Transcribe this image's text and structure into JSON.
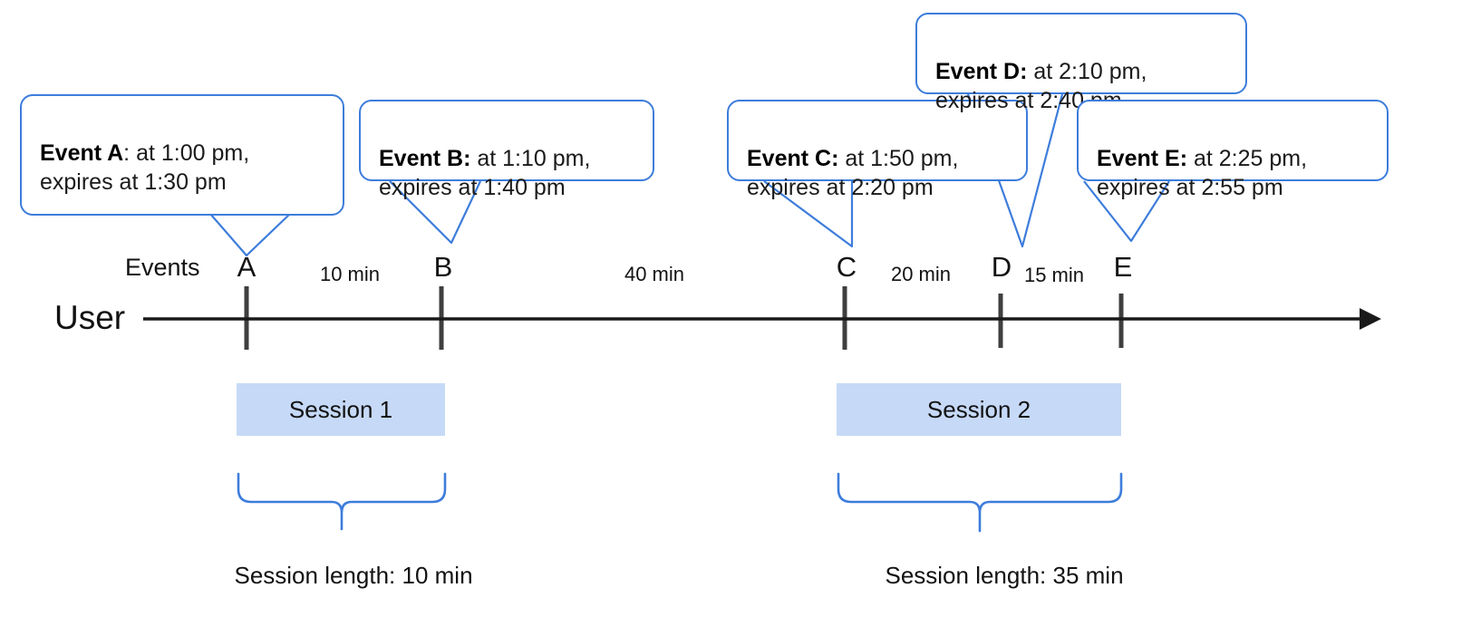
{
  "diagram": {
    "title_text": "",
    "accent_color": "#3d7ddb",
    "session_fill": "#c6d9f7",
    "axis_color": "#3f3f3f",
    "row_label": "User",
    "events_row_label": "Events"
  },
  "callouts": [
    {
      "id": "A",
      "bold": "Event A",
      "sep": ": ",
      "line1": "at 1:00 pm,",
      "line2": "expires at 1:30 pm"
    },
    {
      "id": "B",
      "bold": "Event B:",
      "sep": " ",
      "line1": "at 1:10 pm,",
      "line2": "expires at 1:40 pm"
    },
    {
      "id": "C",
      "bold": "Event C:",
      "sep": " ",
      "line1": "at 1:50 pm,",
      "line2": "expires at 2:20 pm"
    },
    {
      "id": "D",
      "bold": "Event D:",
      "sep": " ",
      "line1": "at 2:10 pm,",
      "line2": "expires at 2:40 pm"
    },
    {
      "id": "E",
      "bold": "Event E:",
      "sep": " ",
      "line1": "at 2:25 pm,",
      "line2": "expires at 2:55 pm"
    }
  ],
  "events": [
    {
      "letter": "A",
      "time": "1:00 pm",
      "expires": "1:30 pm"
    },
    {
      "letter": "B",
      "time": "1:10 pm",
      "expires": "1:40 pm"
    },
    {
      "letter": "C",
      "time": "1:50 pm",
      "expires": "2:20 pm"
    },
    {
      "letter": "D",
      "time": "2:10 pm",
      "expires": "2:40 pm"
    },
    {
      "letter": "E",
      "time": "2:25 pm",
      "expires": "2:55 pm"
    }
  ],
  "gaps": [
    {
      "label": "10 min",
      "from": "A",
      "to": "B"
    },
    {
      "label": "40 min",
      "from": "B",
      "to": "C"
    },
    {
      "label": "20 min",
      "from": "C",
      "to": "D"
    },
    {
      "label": "15 min",
      "from": "D",
      "to": "E"
    }
  ],
  "sessions": [
    {
      "label": "Session 1",
      "length_caption": "Session length: 10 min"
    },
    {
      "label": "Session 2",
      "length_caption": "Session length: 35 min"
    }
  ]
}
